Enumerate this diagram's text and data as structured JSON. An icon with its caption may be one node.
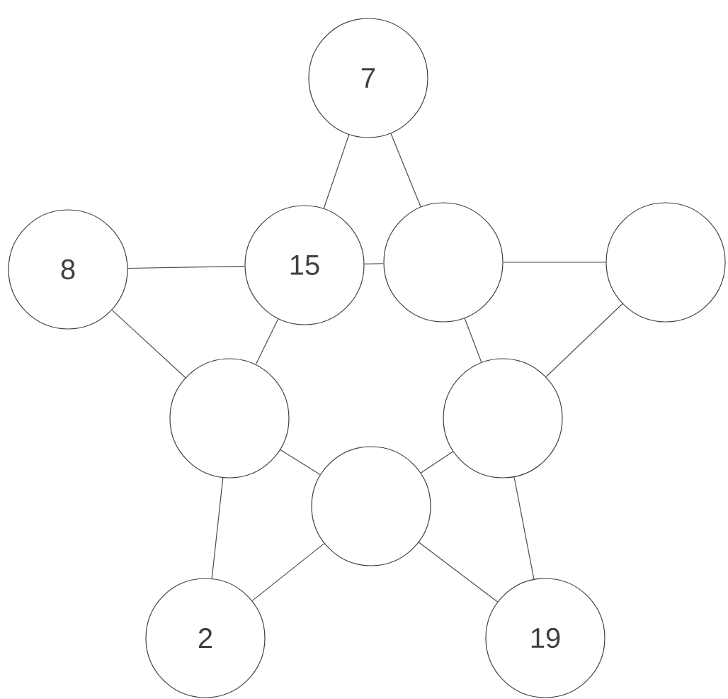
{
  "diagram": {
    "nodes": [
      {
        "text": [
          "7"
        ]
      },
      {
        "text": [
          "8"
        ]
      },
      {
        "text": [
          "15"
        ]
      },
      {
        "text": [],
        "shape": "circle"
      },
      {
        "text": [],
        "shape": "circle"
      },
      {
        "text": [],
        "shape": "circle"
      },
      {
        "text": [],
        "shape": "circle"
      },
      {
        "text": [],
        "shape": "circle"
      },
      {
        "text": [
          "2"
        ]
      },
      {
        "text": [
          "19"
        ]
      }
    ],
    "edges": [
      {
        "from": 0,
        "to": 2,
        "arrow": "none"
      },
      {
        "from": 0,
        "to": 3,
        "arrow": "none"
      },
      {
        "from": 1,
        "to": 2,
        "arrow": "none"
      },
      {
        "from": 1,
        "to": 5,
        "arrow": "none"
      },
      {
        "from": 2,
        "to": 3,
        "arrow": "none"
      },
      {
        "from": 2,
        "to": 5,
        "arrow": "none"
      },
      {
        "from": 3,
        "to": 4,
        "arrow": "none"
      },
      {
        "from": 3,
        "to": 6,
        "arrow": "none"
      },
      {
        "from": 4,
        "to": 6,
        "arrow": "none"
      },
      {
        "from": 5,
        "to": 7,
        "arrow": "none"
      },
      {
        "from": 5,
        "to": 8,
        "arrow": "none"
      },
      {
        "from": 6,
        "to": 7,
        "arrow": "none"
      },
      {
        "from": 6,
        "to": 9,
        "arrow": "none"
      },
      {
        "from": 7,
        "to": 8,
        "arrow": "none"
      },
      {
        "from": 7,
        "to": 9,
        "arrow": "none"
      }
    ]
  }
}
